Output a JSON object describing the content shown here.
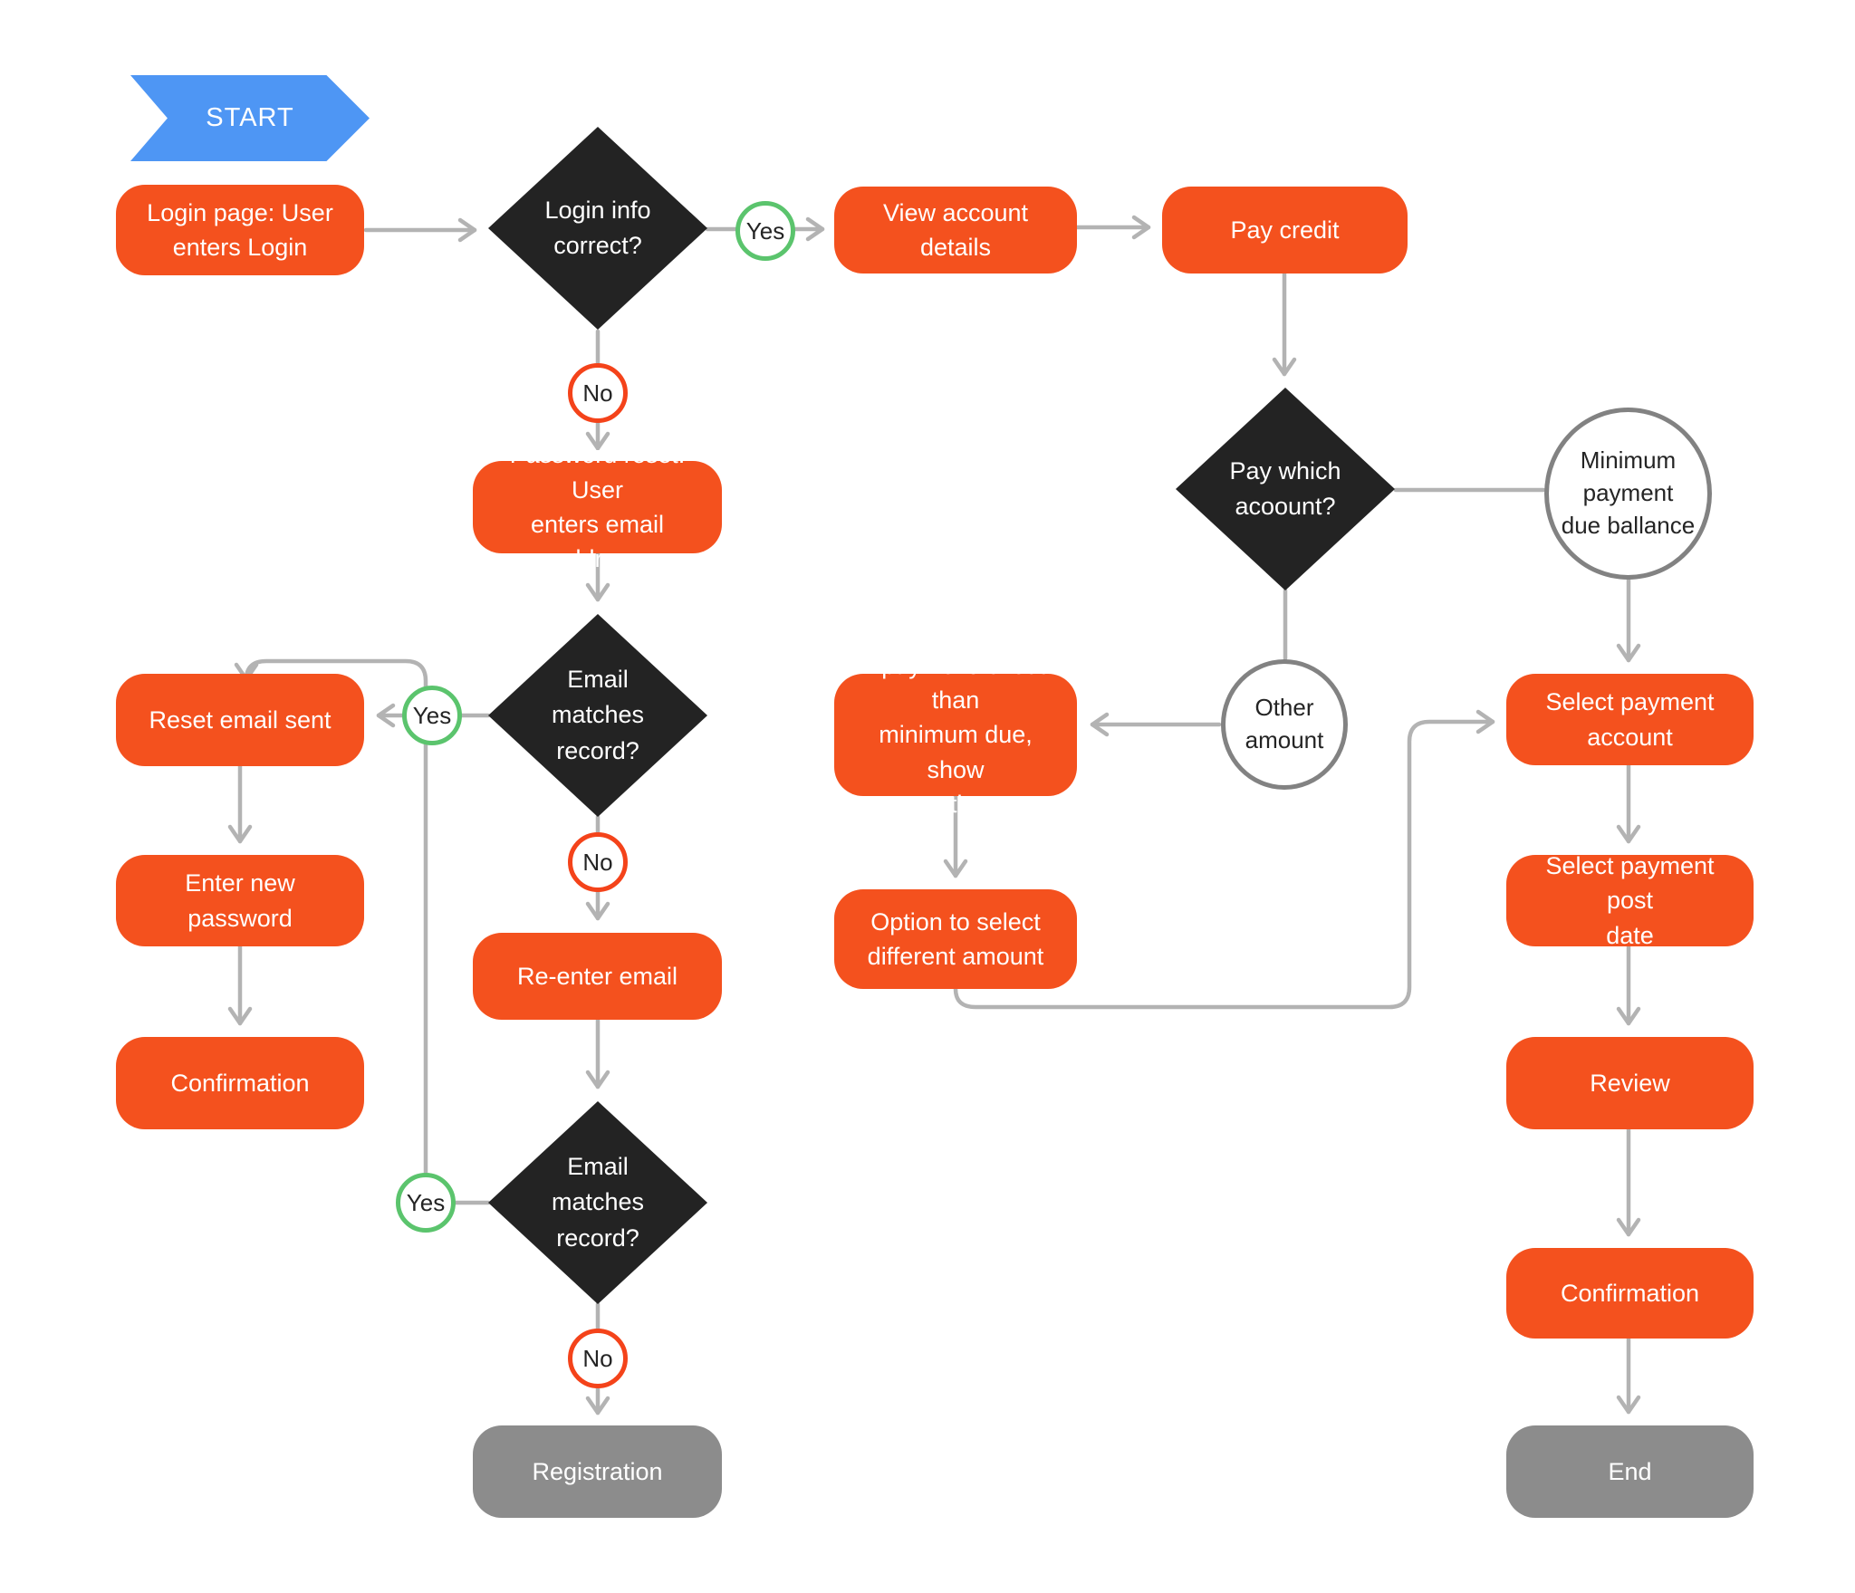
{
  "colors": {
    "canvas": "#FFFFFF",
    "process_fill": "#F4511E",
    "terminal_fill": "#8C8C8C",
    "decision_fill": "#232323",
    "start_fill": "#4E96F4",
    "yes_border": "#5BC46D",
    "no_border": "#F4431A",
    "neutral_circle_border": "#828282",
    "connector": "#B3B3B3",
    "node_text": "#FFFFFF",
    "circle_text": "#242424"
  },
  "nodes": {
    "start": "START",
    "login_page": "Login page: User\nenters Login",
    "login_info_correct": "Login info\ncorrect?",
    "yes_1": "Yes",
    "view_account_details": "View account details",
    "pay_credit": "Pay credit",
    "no_1": "No",
    "password_reset": "Password reset: User\nenters email address",
    "email_matches_1": "Email\nmatches\nrecord?",
    "yes_2": "Yes",
    "reset_email_sent": "Reset email sent",
    "enter_new_password": "Enter new password",
    "confirmation_left": "Confirmation",
    "no_2": "No",
    "re_enter_email": "Re-enter email",
    "email_matches_2": "Email\nmatches\nrecord?",
    "yes_3": "Yes",
    "no_3": "No",
    "registration": "Registration",
    "pay_which_account": "Pay which\nacoount?",
    "minimum_payment_due": "Minimum\npayment\ndue ballance",
    "other_amount": "Other\namount",
    "if_payment_notice": "If payment is less than\nminimum due, show\nnotice",
    "option_different_amount": "Option to select\ndifferent amount",
    "select_payment_account": "Select payment\naccount",
    "select_payment_post_date": "Select payment post\ndate",
    "review": "Review",
    "confirmation_right": "Confirmation",
    "end": "End"
  }
}
